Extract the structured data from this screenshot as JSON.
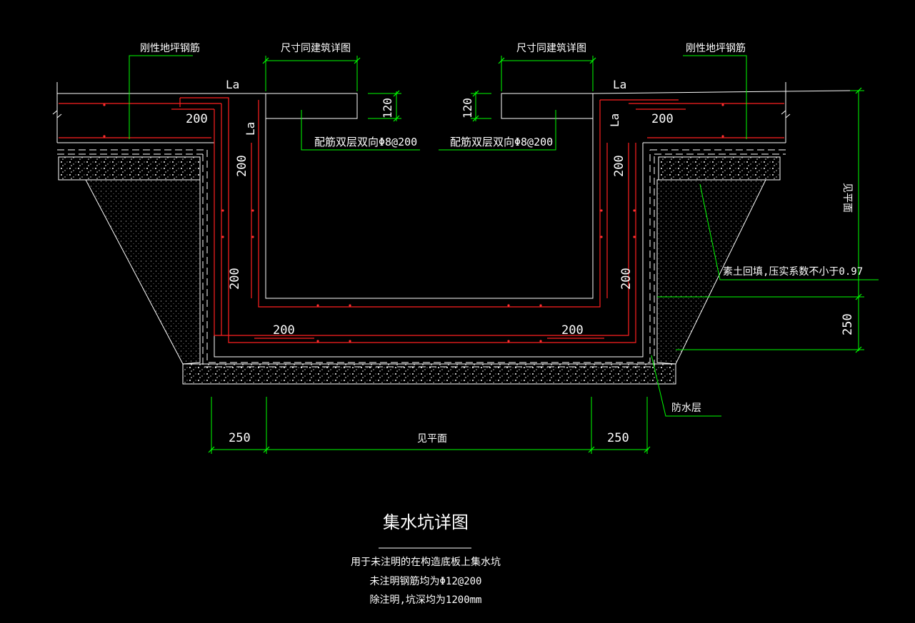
{
  "labels": {
    "rigid_rebar_left": "刚性地坪钢筋",
    "rigid_rebar_right": "刚性地坪钢筋",
    "size_arch_left": "尺寸同建筑详图",
    "size_arch_right": "尺寸同建筑详图",
    "la_top_left": "La",
    "la_top_right": "La",
    "la_vert_left": "La",
    "la_vert_right": "La",
    "d120_left": "120",
    "d120_right": "120",
    "rebar_note_left": "配筋双层双向Φ8@200",
    "rebar_note_right": "配筋双层双向Φ8@200",
    "d200_top_left": "200",
    "d200_top_right": "200",
    "d200_wall_upper_left": "200",
    "d200_wall_upper_right": "200",
    "d200_wall_lower_left": "200",
    "d200_wall_lower_right": "200",
    "d200_bottom_left": "200",
    "d200_bottom_right": "200",
    "see_plan_vertical": "见平面",
    "backfill_note": "素土回填,压实系数不小于0.97",
    "d250_right": "250",
    "waterproof": "防水层",
    "d250_bottom_left": "250",
    "see_plan_bottom": "见平面",
    "d250_bottom_right": "250"
  },
  "title": "集水坑详图",
  "notes": [
    "用于未注明的在构造底板上集水坑",
    "未注明钢筋均为Φ12@200",
    "除注明,坑深均为1200mm"
  ]
}
